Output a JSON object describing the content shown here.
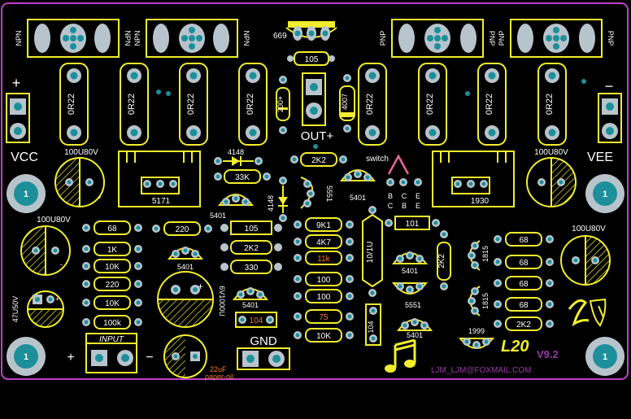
{
  "colors": {
    "background": "#000000",
    "silkscreen": "#f2ee2e",
    "outline": "#c040c8",
    "pad_outer": "#b8c4cc",
    "pad_inner": "#1c8f9a",
    "via": "#1c8f9a",
    "text_white": "#ffffff",
    "value_orange": "#f07a2a",
    "purple_text": "#9a3aa8",
    "hole": "#c8c8c8",
    "pink": "#e86a9c"
  },
  "board": {
    "vcc_label": "VCC",
    "vee_label": "VEE",
    "plus": "+",
    "minus": "−",
    "out_label": "OUT+",
    "gnd_label": "GND",
    "input_label": "INPUT",
    "switch_label": "switch",
    "model": "L20",
    "version": "V9.2",
    "email": "LJM_LJM@FOXMAIL.COM",
    "paper_oil": "paper-oil",
    "mounting_hole_label": "1",
    "bce": [
      "B",
      "C",
      "E"
    ],
    "bce_small": [
      "C",
      "B",
      "E"
    ]
  },
  "transistors_top": [
    {
      "type": "NPN",
      "side": "NPN"
    },
    {
      "type": "NPN",
      "side": "NPN"
    },
    {
      "type": "PNP",
      "side": "PNP"
    },
    {
      "type": "PNP",
      "side": "PNP"
    }
  ],
  "top_part": "669",
  "resistors_emitter": [
    "0R22",
    "0R22",
    "0R22",
    "0R22",
    "0R22",
    "0R22",
    "0R22",
    "0R22"
  ],
  "labels": {
    "r105_top": "105",
    "d4007": "4007",
    "z200": "200+",
    "d4148a": "4148",
    "d4148b": "4148",
    "r33k": "33K",
    "r2k2_top": "2K2",
    "t5401_a": "5401",
    "t5401_b": "5401",
    "t5401_c": "5401",
    "t5401_d": "5401",
    "t5401_e": "5401",
    "t5401_f": "5401",
    "t5551_a": "5551",
    "t5551_b": "5551",
    "t5171": "5171",
    "t1930": "1930",
    "t1815_a": "1815",
    "t1815_b": "1815",
    "t1999": "1999",
    "c105": "105",
    "r2k2_mid": "2K2",
    "r330": "330",
    "c104_a": "104",
    "c104_b": "104",
    "r9k1": "9K1",
    "r4k7": "4K7",
    "r11k": "11k",
    "r100_a": "100",
    "r100_b": "100",
    "r75": "75",
    "r10k_mid": "10K",
    "c10_1u": "10/1U",
    "r101": "101",
    "r2k2_v": "2K2",
    "cap100u80v_a": "100U80V",
    "cap100u80v_b": "100U80V",
    "cap100u80v_c": "100U80V",
    "cap100u80v_d": "100U80V",
    "cap47u50v": "47U50V",
    "cap6v1000u": "6V1000U",
    "cap22uf": "22uF"
  },
  "resistors_left_col": [
    "68",
    "1K",
    "10K",
    "220",
    "10K",
    "100k"
  ],
  "resistor_220": "220",
  "resistors_right_col": [
    "68",
    "68",
    "68",
    "68",
    "2K2"
  ]
}
